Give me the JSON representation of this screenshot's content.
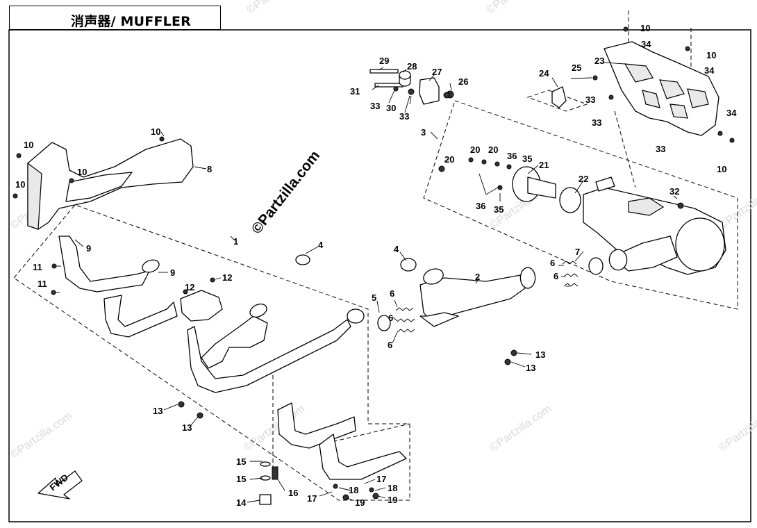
{
  "title": "消声器/ MUFFLER",
  "watermark": {
    "main": "©Partzilla.com",
    "faded": "©Partzilla.com"
  },
  "fwd_label": "FWD",
  "callouts": {
    "c1": "1",
    "c2": "2",
    "c3": "3",
    "c4a": "4",
    "c4b": "4",
    "c5": "5",
    "c6a": "6",
    "c6b": "6",
    "c6c": "6",
    "c6d": "6",
    "c6e": "6",
    "c7": "7",
    "c8": "8",
    "c9a": "9",
    "c9b": "9",
    "c10a": "10",
    "c10b": "10",
    "c10c": "10",
    "c10d": "10",
    "c10e": "10",
    "c10f": "10",
    "c10g": "10",
    "c11a": "11",
    "c11b": "11",
    "c12a": "12",
    "c12b": "12",
    "c13a": "13",
    "c13b": "13",
    "c13c": "13",
    "c13d": "13",
    "c14": "14",
    "c15a": "15",
    "c15b": "15",
    "c16": "16",
    "c17a": "17",
    "c17b": "17",
    "c18a": "18",
    "c18b": "18",
    "c19a": "19",
    "c19b": "19",
    "c20a": "20",
    "c20b": "20",
    "c20c": "20",
    "c21": "21",
    "c22": "22",
    "c23": "23",
    "c24": "24",
    "c25": "25",
    "c26": "26",
    "c27": "27",
    "c28": "28",
    "c29": "29",
    "c30": "30",
    "c31": "31",
    "c32": "32",
    "c33a": "33",
    "c33b": "33",
    "c33c": "33",
    "c33d": "33",
    "c33e": "33",
    "c34a": "34",
    "c34b": "34",
    "c34c": "34",
    "c35a": "35",
    "c35b": "35",
    "c36a": "36",
    "c36b": "36"
  }
}
